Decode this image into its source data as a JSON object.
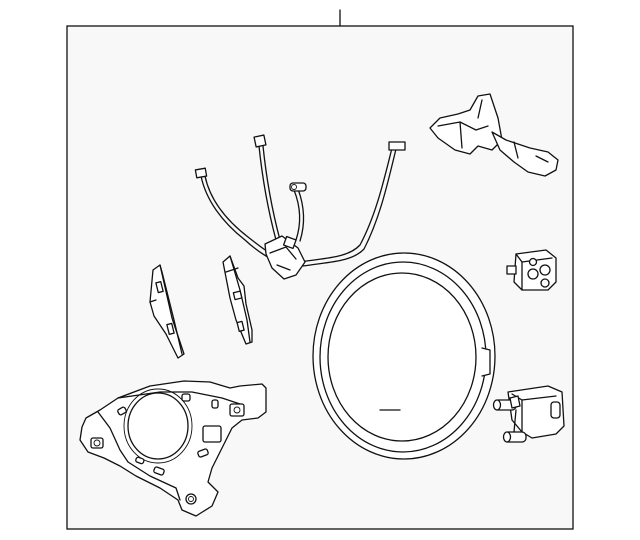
{
  "diagram": {
    "type": "exploded-parts-diagram",
    "colors": {
      "line": "#111111",
      "panel": "#f8f8f8",
      "background": "#ffffff"
    },
    "parts": [
      "leader-line",
      "wiring-harness",
      "paddle-shifter",
      "connector-block",
      "left-bracket",
      "right-bracket",
      "steering-wheel-ring",
      "lower-cover",
      "switch-assembly"
    ]
  }
}
